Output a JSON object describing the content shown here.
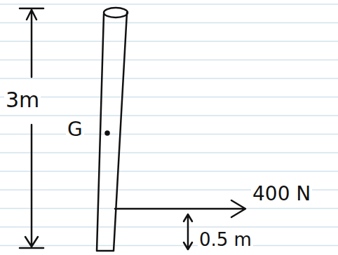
{
  "diagram": {
    "labels": [
      "3m",
      "G",
      "400 N",
      "0.5 m"
    ]
  }
}
